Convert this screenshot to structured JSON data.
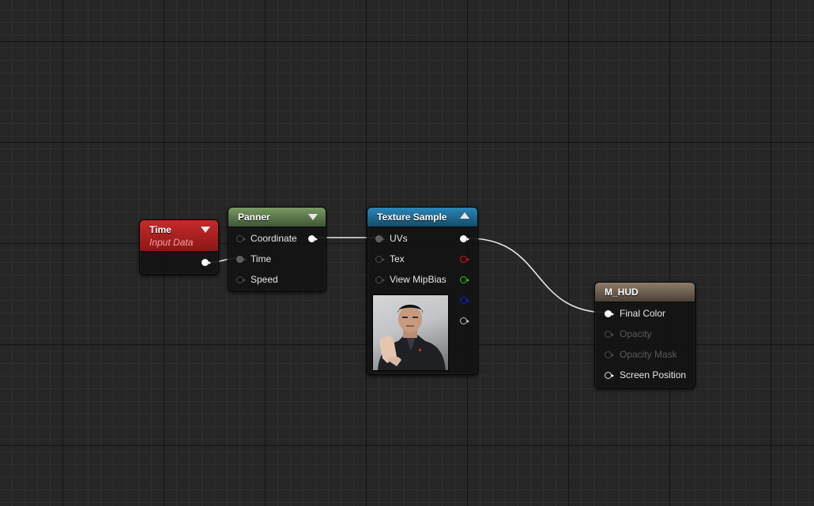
{
  "nodes": {
    "time": {
      "title": "Time",
      "subtitle": "Input Data"
    },
    "panner": {
      "title": "Panner",
      "inputs": [
        "Coordinate",
        "Time",
        "Speed"
      ]
    },
    "texture_sample": {
      "title": "Texture Sample",
      "inputs": [
        "UVs",
        "Tex",
        "View MipBias"
      ]
    },
    "m_hud": {
      "title": "M_HUD",
      "inputs": [
        "Final Color",
        "Opacity",
        "Opacity Mask",
        "Screen Position"
      ]
    }
  },
  "colors": {
    "time_header": "#b01e1e",
    "panner_header": "#5f7d4c",
    "texture_header": "#1f6a91",
    "m_hud_header": "#7d6b5a",
    "pin_r": "#e01010",
    "pin_g": "#18d018",
    "pin_b": "#1818e0",
    "pin_a": "#bdbdbd",
    "wire": "#e8e8e8"
  },
  "icons": [
    "collapse-arrow-down-icon",
    "collapse-arrow-up-icon",
    "pin-icon"
  ]
}
